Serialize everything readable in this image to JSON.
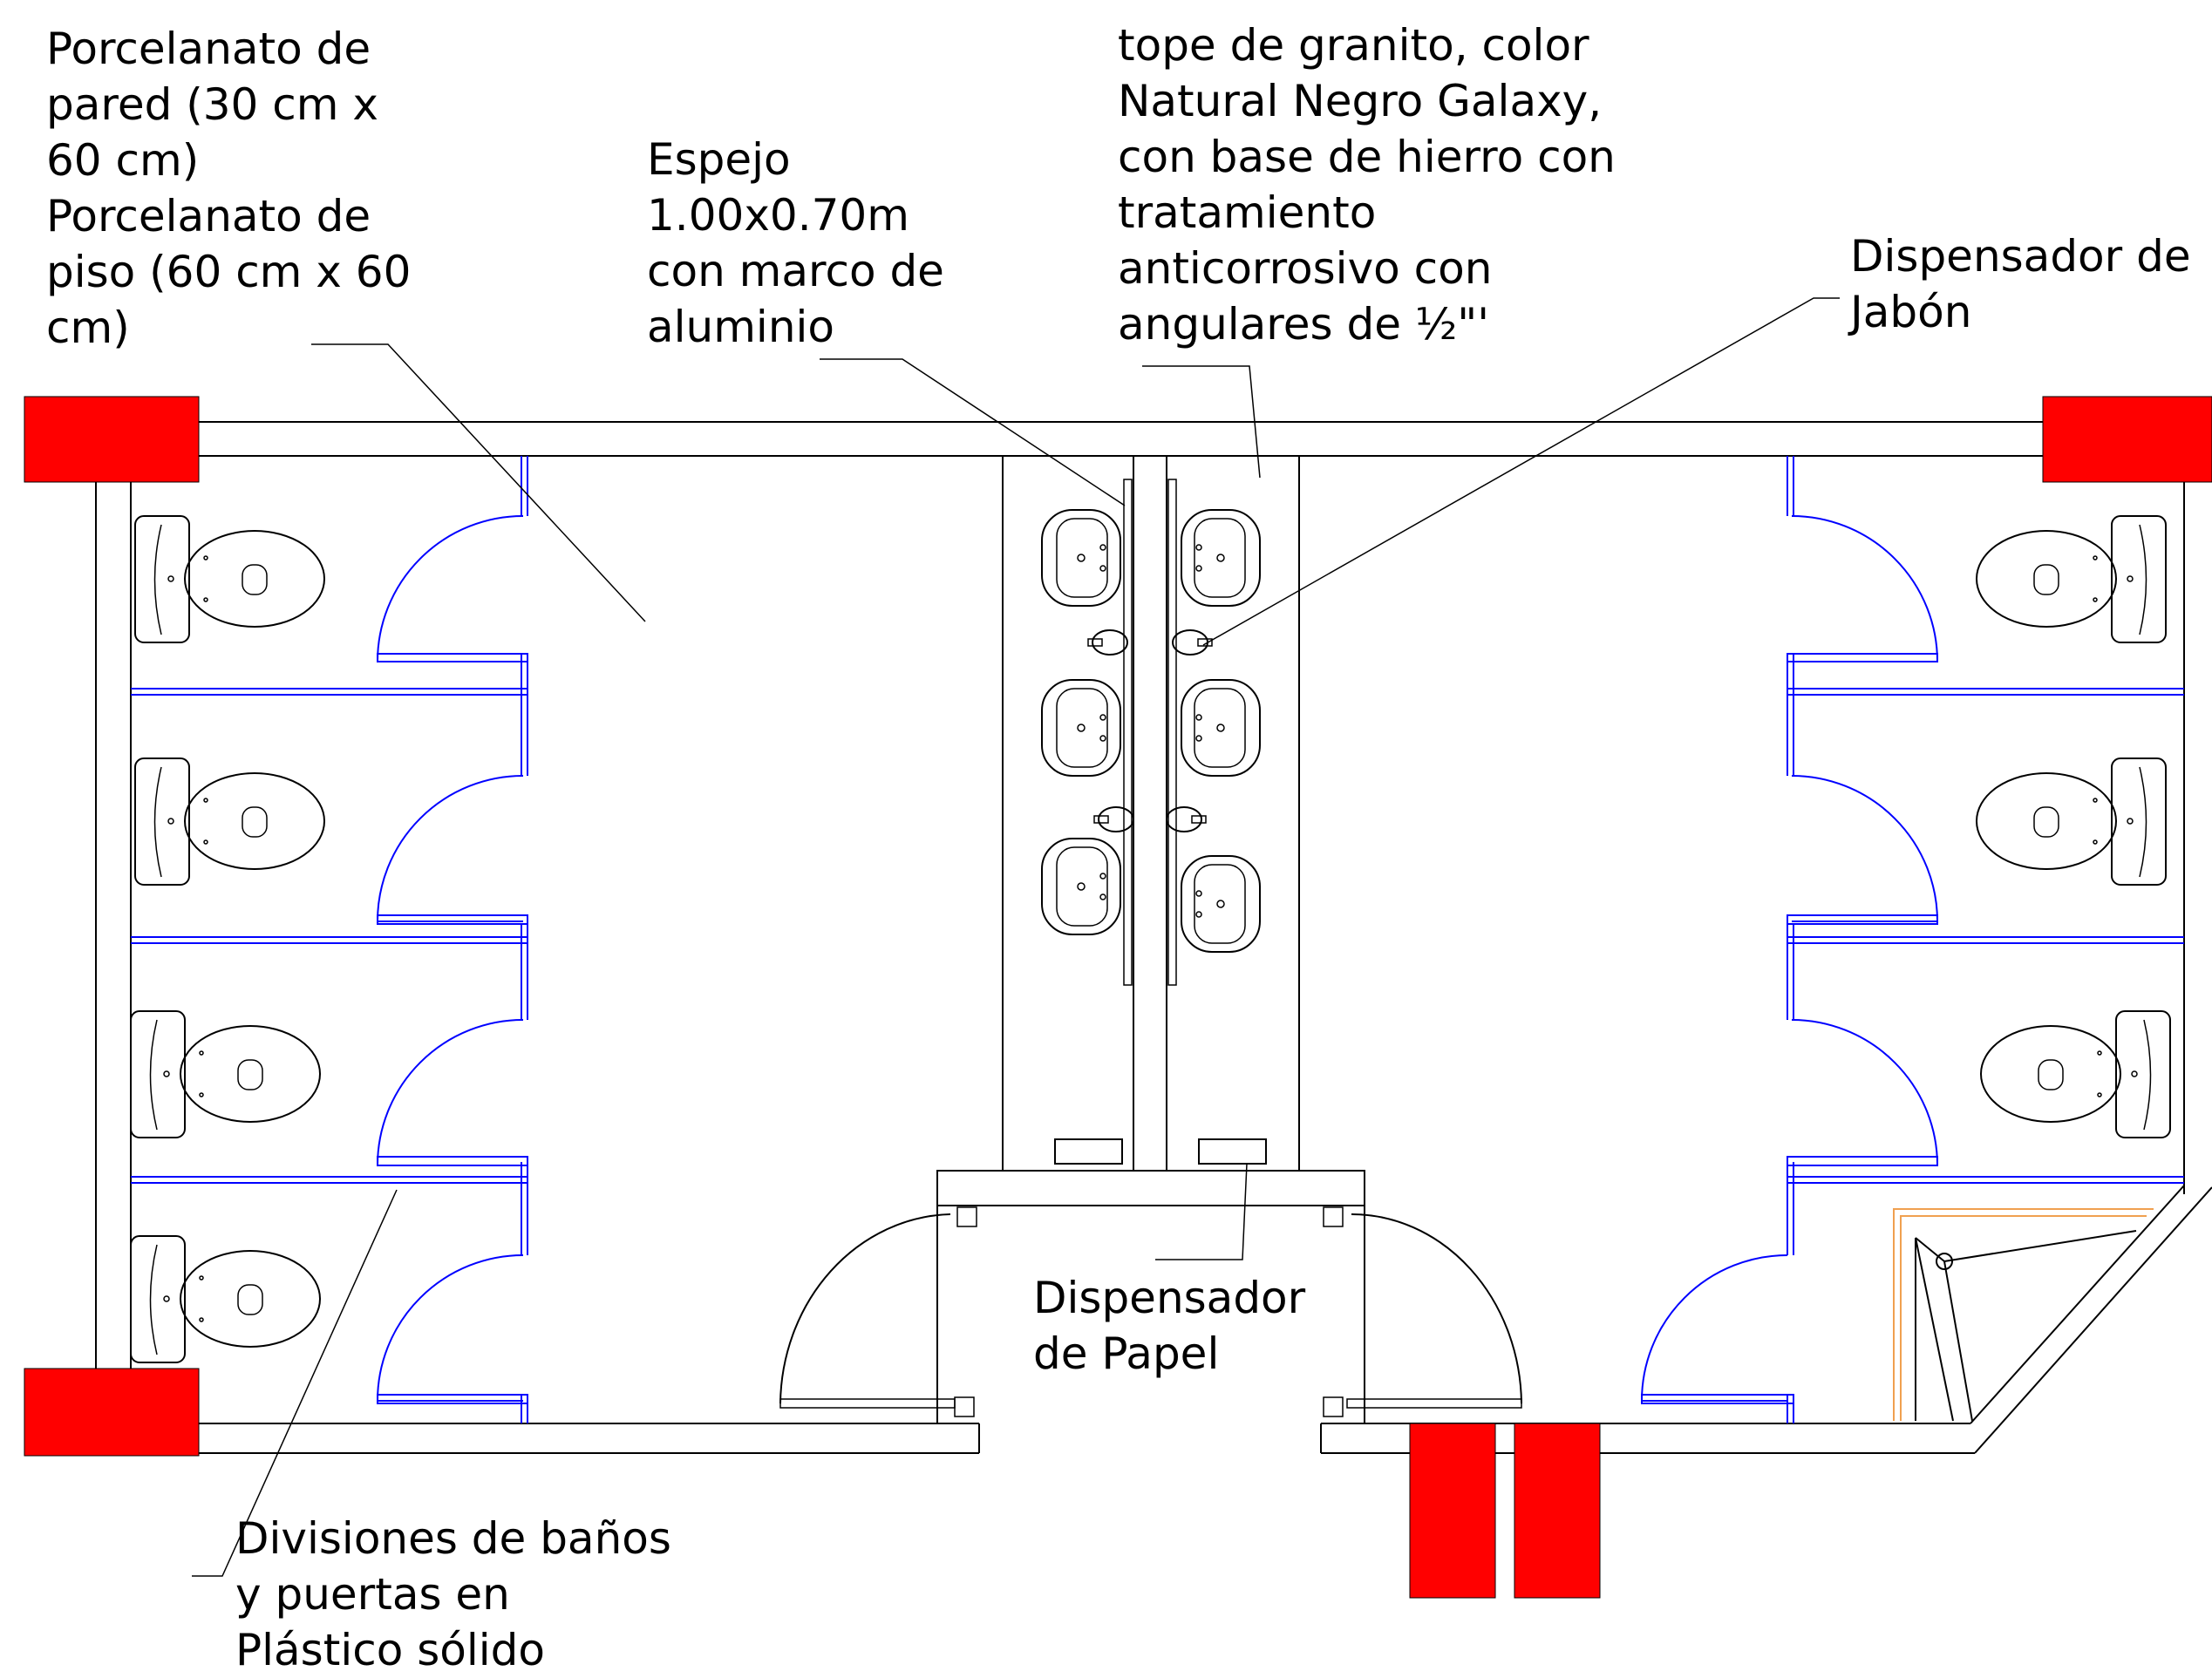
{
  "labels": {
    "porcelanato": [
      "Porcelanato de",
      "pared (30 cm x",
      "60 cm)",
      "Porcelanato de",
      "piso (60 cm x 60",
      "cm)"
    ],
    "espejo": [
      "Espejo",
      "1.00x0.70m",
      "con marco de",
      "aluminio"
    ],
    "tope": [
      "tope de granito, color",
      "Natural Negro Galaxy,",
      "con base de hierro con",
      "tratamiento",
      "anticorrosivo con",
      "angulares de ½\"'"
    ],
    "jabon": [
      "Dispensador de",
      "Jabón"
    ],
    "papel": [
      "Dispensador",
      "de Papel"
    ],
    "divisiones": [
      "Divisiones de baños",
      "y puertas en",
      "Plástico sólido"
    ]
  },
  "colors": {
    "column": "#ff0000",
    "partition": "#0000ff",
    "lines": "#000000",
    "handrail": "#f0a050"
  }
}
